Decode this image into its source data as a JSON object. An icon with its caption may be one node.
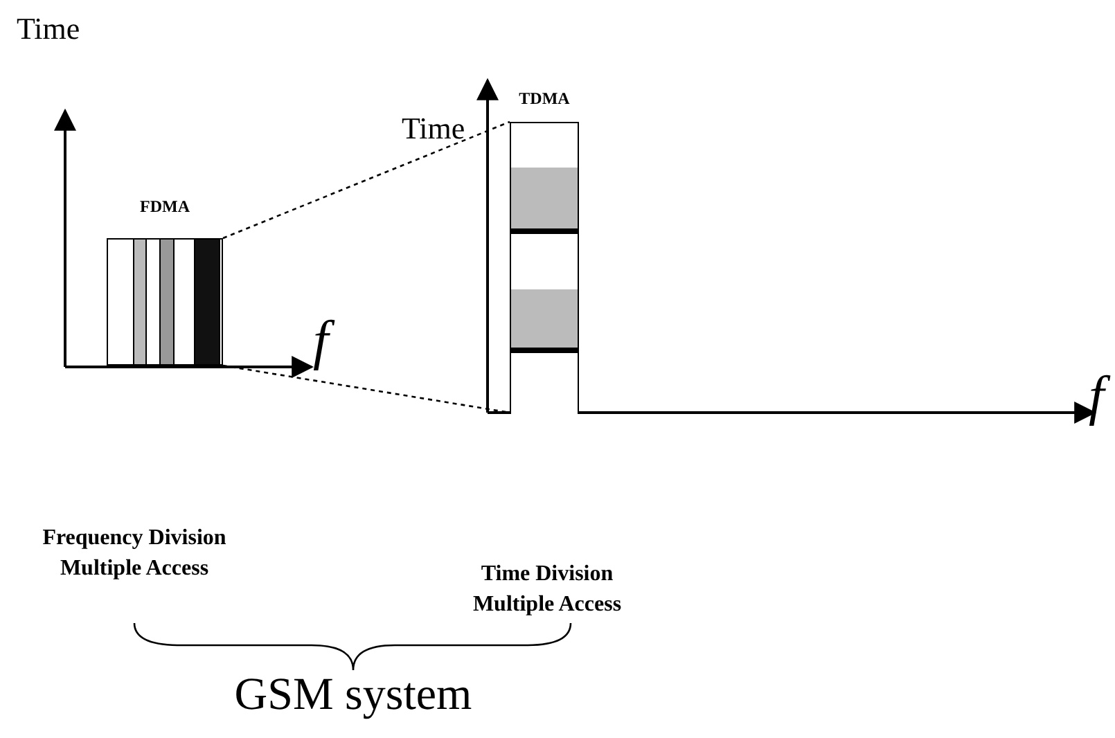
{
  "diagram": {
    "nodes": [
      {
        "text": [
          "FDMA"
        ]
      },
      {
        "text": [
          "TDMA"
        ]
      }
    ],
    "edges": [
      {
        "from": 0,
        "to": 1,
        "arrow": "none",
        "style": "dashed"
      },
      {
        "from": 0,
        "to": 1,
        "arrow": "none",
        "style": "dashed"
      }
    ],
    "labels": [
      "Time",
      "f",
      "Frequency Division Multiple Access",
      "Time",
      "f",
      "Time Division Multiple Access",
      "GSM system"
    ]
  }
}
